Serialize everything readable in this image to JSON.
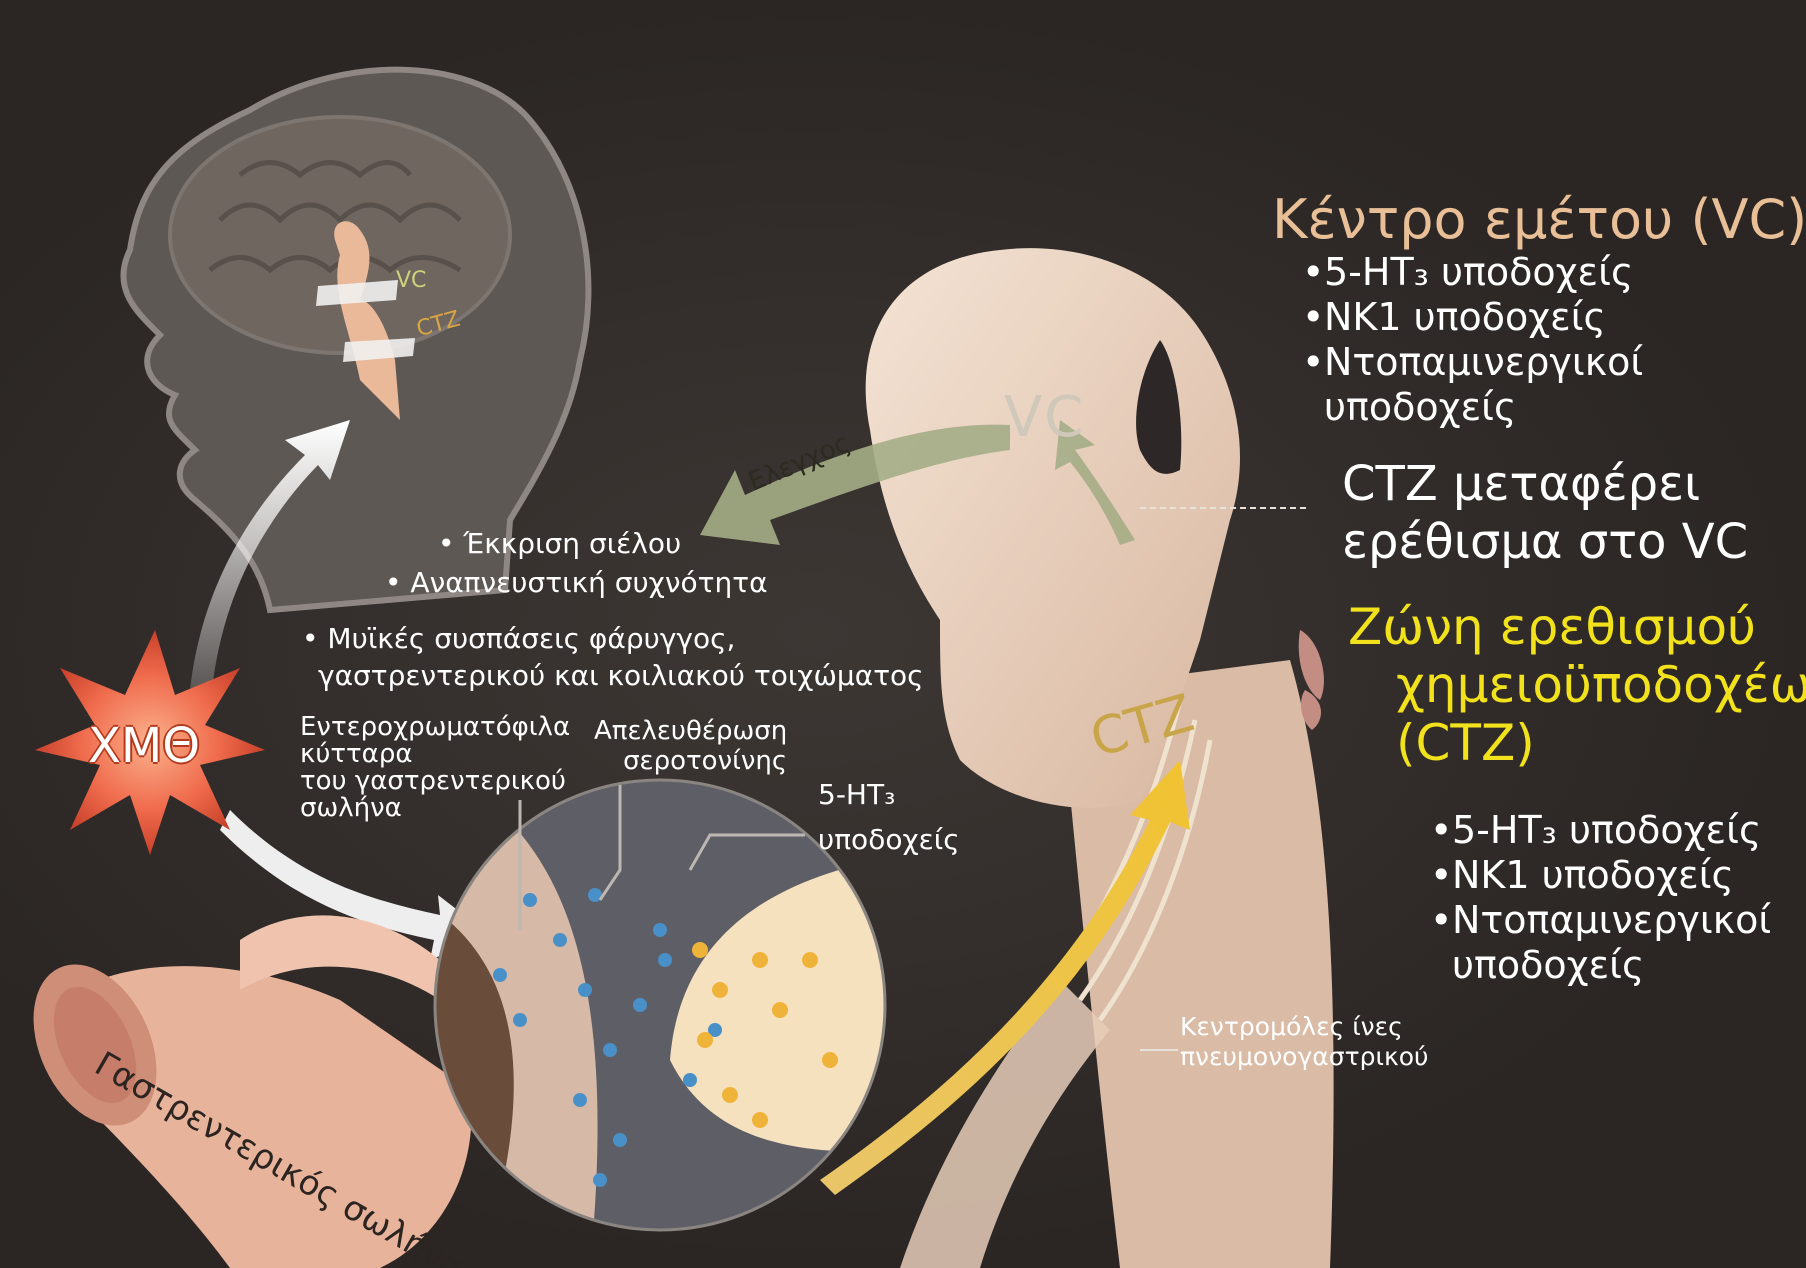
{
  "vomiting_center": {
    "title": "Κέντρο εμέτου (VC)",
    "receptors": [
      "5-HT₃ υποδοχείς",
      "NK1 υποδοχείς",
      "Ντοπαμινεργικοί",
      "υποδοχείς"
    ]
  },
  "relay": {
    "line1": "CTZ μεταφέρει",
    "line2": "ερέθισμα στο VC"
  },
  "ctz": {
    "title_line1": "Ζώνη ερεθισμού",
    "title_line2": "χημειοϋποδοχέων",
    "title_line3": "(CTZ)",
    "receptors": [
      "5-HT₃ υποδοχείς",
      "NK1 υποδοχείς",
      "Ντοπαμινεργικοί",
      "υποδοχείς"
    ]
  },
  "effects": {
    "saliva": "• Έκκριση σιέλου",
    "breathing": "• Αναπνευστική συχνότητα",
    "muscle1": "• Μυϊκές συσπάσεις φάρυγγος,",
    "muscle2": "γαστρεντερικού και κοιλιακού τοιχώματος"
  },
  "control_label": "Ελεγχος",
  "chemo_label": "ΧΜΘ",
  "enterochromaffin": {
    "l1": "Εντεροχρωματόφιλα",
    "l2": "κύτταρα",
    "l3": "του γαστρεντερικού",
    "l4": "σωλήνα"
  },
  "serotonin": {
    "l1": "Απελευθέρωση",
    "l2": "σεροτονίνης"
  },
  "ht3": {
    "l1": "5-HT₃",
    "l2": "υποδοχείς"
  },
  "afferent": {
    "l1": "Κεντρομόλες ίνες",
    "l2": "πνευμονογαστρικού"
  },
  "gut_label": "Γαστρεντερικός σωλήνας",
  "brainstem_vc": "VC",
  "brainstem_ctz": "CTZ",
  "brain_vc": "VC",
  "brain_ctz": "CTZ",
  "colors": {
    "background": "#2f2a28",
    "vc_title": "#e8bf96",
    "ctz_title": "#f2e21c",
    "starburst": "#ef6b4c",
    "arrow_yellow": "#e8b832",
    "arrow_green": "#a4ad86"
  }
}
